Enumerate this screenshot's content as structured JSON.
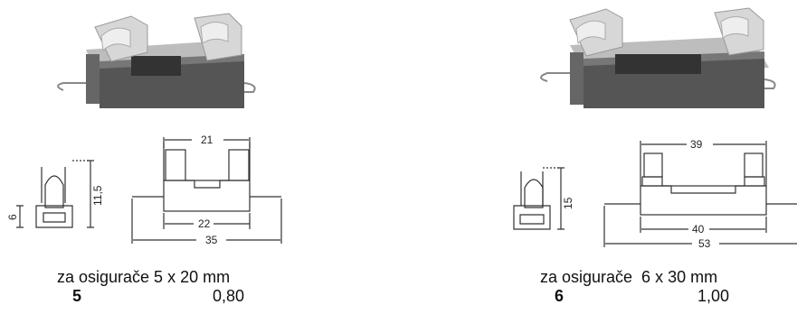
{
  "items": [
    {
      "caption": "za osigurače 5 x 20 mm",
      "code": "5",
      "price": "0,80",
      "dimensions": {
        "top_width": "21",
        "side_height": "11,5",
        "base_height": "6",
        "base_width": "22",
        "overall_width": "35"
      }
    },
    {
      "caption": "za osigurače  6 x 30 mm",
      "code": "6",
      "price": "1,00",
      "dimensions": {
        "top_width": "39",
        "side_height": "15",
        "base_width": "40",
        "overall_width": "53"
      }
    }
  ]
}
